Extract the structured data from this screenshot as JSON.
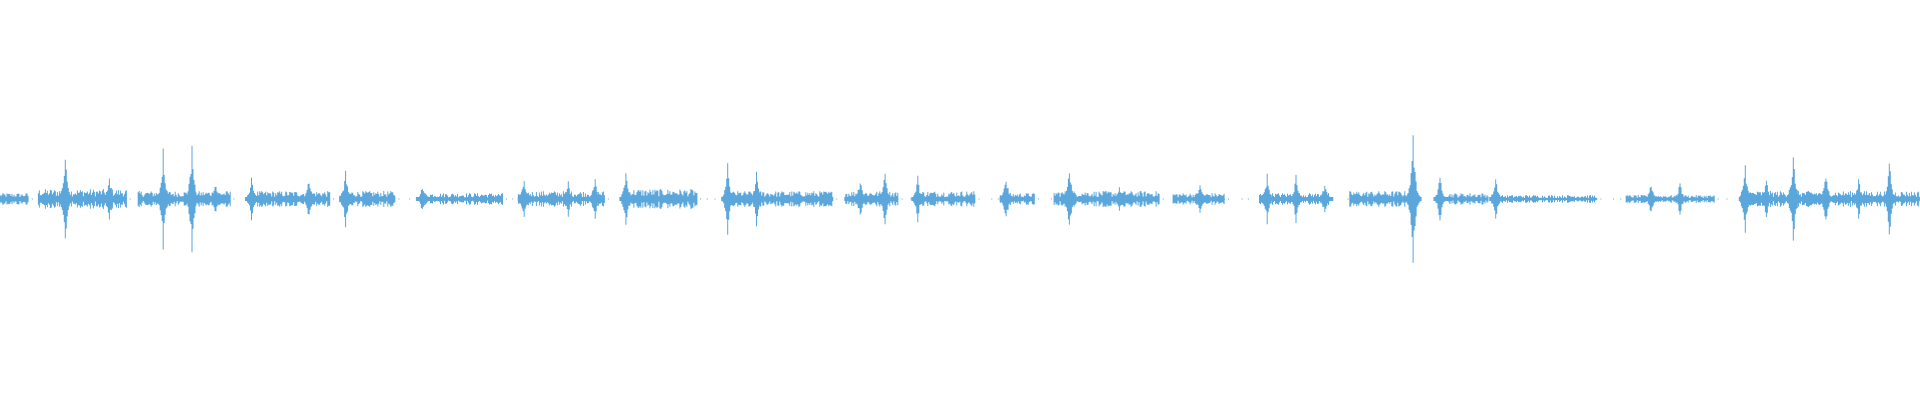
{
  "waveform": {
    "color": "#5ba7dc",
    "baseline_color": "#5ba7dc",
    "sample_rate_hint": "audio-waveform",
    "segments": [
      {
        "start": 0.0,
        "end": 0.015,
        "amp": 0.03
      },
      {
        "start": 0.02,
        "end": 0.066,
        "amp": 0.05
      },
      {
        "start": 0.072,
        "end": 0.12,
        "amp": 0.04
      },
      {
        "start": 0.129,
        "end": 0.172,
        "amp": 0.04
      },
      {
        "start": 0.177,
        "end": 0.206,
        "amp": 0.04
      },
      {
        "start": 0.219,
        "end": 0.262,
        "amp": 0.03
      },
      {
        "start": 0.27,
        "end": 0.315,
        "amp": 0.04
      },
      {
        "start": 0.326,
        "end": 0.363,
        "amp": 0.05
      },
      {
        "start": 0.378,
        "end": 0.434,
        "amp": 0.04
      },
      {
        "start": 0.44,
        "end": 0.468,
        "amp": 0.04
      },
      {
        "start": 0.477,
        "end": 0.508,
        "amp": 0.04
      },
      {
        "start": 0.521,
        "end": 0.539,
        "amp": 0.03
      },
      {
        "start": 0.549,
        "end": 0.604,
        "amp": 0.04
      },
      {
        "start": 0.611,
        "end": 0.638,
        "amp": 0.03
      },
      {
        "start": 0.656,
        "end": 0.692,
        "amp": 0.03
      },
      {
        "start": 0.703,
        "end": 0.738,
        "amp": 0.04
      },
      {
        "start": 0.75,
        "end": 0.775,
        "amp": 0.03
      },
      {
        "start": 0.781,
        "end": 0.832,
        "amp": 0.02
      },
      {
        "start": 0.847,
        "end": 0.893,
        "amp": 0.02
      },
      {
        "start": 0.907,
        "end": 1.0,
        "amp": 0.04
      }
    ],
    "spikes": [
      {
        "x": 0.034,
        "amp": 0.25
      },
      {
        "x": 0.057,
        "amp": 0.14
      },
      {
        "x": 0.085,
        "amp": 0.28
      },
      {
        "x": 0.1,
        "amp": 0.3
      },
      {
        "x": 0.112,
        "amp": 0.1
      },
      {
        "x": 0.131,
        "amp": 0.12
      },
      {
        "x": 0.161,
        "amp": 0.12
      },
      {
        "x": 0.18,
        "amp": 0.16
      },
      {
        "x": 0.22,
        "amp": 0.08
      },
      {
        "x": 0.273,
        "amp": 0.12
      },
      {
        "x": 0.296,
        "amp": 0.1
      },
      {
        "x": 0.31,
        "amp": 0.12
      },
      {
        "x": 0.326,
        "amp": 0.18
      },
      {
        "x": 0.379,
        "amp": 0.18
      },
      {
        "x": 0.394,
        "amp": 0.14
      },
      {
        "x": 0.448,
        "amp": 0.12
      },
      {
        "x": 0.461,
        "amp": 0.16
      },
      {
        "x": 0.478,
        "amp": 0.12
      },
      {
        "x": 0.524,
        "amp": 0.14
      },
      {
        "x": 0.557,
        "amp": 0.2
      },
      {
        "x": 0.583,
        "amp": 0.08
      },
      {
        "x": 0.625,
        "amp": 0.1
      },
      {
        "x": 0.66,
        "amp": 0.14
      },
      {
        "x": 0.675,
        "amp": 0.14
      },
      {
        "x": 0.69,
        "amp": 0.1
      },
      {
        "x": 0.736,
        "amp": 0.36
      },
      {
        "x": 0.75,
        "amp": 0.14
      },
      {
        "x": 0.779,
        "amp": 0.14
      },
      {
        "x": 0.86,
        "amp": 0.1
      },
      {
        "x": 0.875,
        "amp": 0.1
      },
      {
        "x": 0.909,
        "amp": 0.18
      },
      {
        "x": 0.92,
        "amp": 0.12
      },
      {
        "x": 0.934,
        "amp": 0.28
      },
      {
        "x": 0.951,
        "amp": 0.16
      },
      {
        "x": 0.968,
        "amp": 0.12
      },
      {
        "x": 0.984,
        "amp": 0.22
      }
    ]
  }
}
